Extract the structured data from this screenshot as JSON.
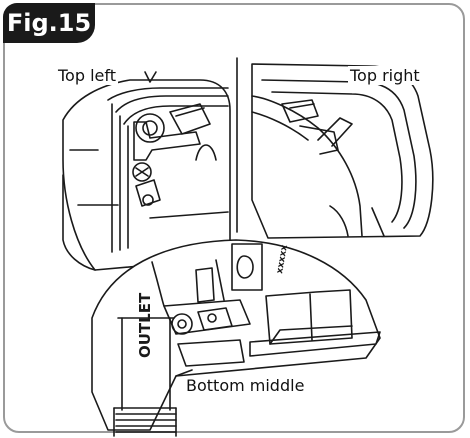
{
  "figure": {
    "badge": "Fig.15"
  },
  "views": {
    "top_left": "Top left",
    "top_right": "Top right",
    "bottom_middle": "Bottom middle"
  },
  "markings": {
    "outlet": "OUTLET",
    "hatch": "xxxxx"
  },
  "colors": {
    "ink": "#1a1a1a",
    "frame": "#9a9a9a"
  }
}
